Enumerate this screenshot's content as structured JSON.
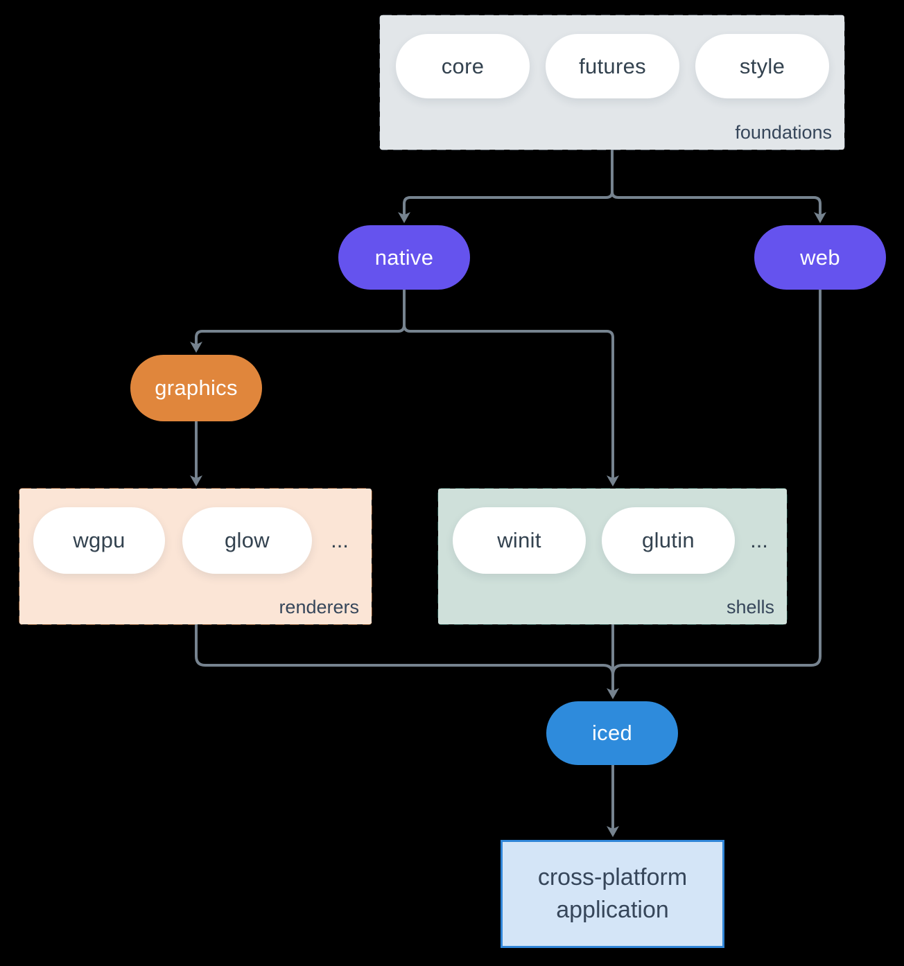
{
  "colors": {
    "bg": "#000000",
    "arrow": "#76838f",
    "ink": "#33424f",
    "label-text": "#36465a",
    "white": "#ffffff",
    "purple": "#6553ee",
    "orange": "#e0863c",
    "blue": "#2e8bdc",
    "foundations-fill": "#e2e6e9",
    "foundations-border": "#8a99a8",
    "renderers-fill": "#fbe5d6",
    "renderers-border": "#e8883c",
    "shells-fill": "#cfe0da",
    "shells-border": "#2e7d6e",
    "app-fill": "#d4e5f7",
    "app-border": "#3186d8"
  },
  "groups": {
    "foundations": {
      "label": "foundations",
      "pills": [
        "core",
        "futures",
        "style"
      ]
    },
    "renderers": {
      "label": "renderers",
      "pills": [
        "wgpu",
        "glow"
      ],
      "more": "..."
    },
    "shells": {
      "label": "shells",
      "pills": [
        "winit",
        "glutin"
      ],
      "more": "..."
    }
  },
  "nodes": {
    "native": "native",
    "web": "web",
    "graphics": "graphics",
    "iced": "iced"
  },
  "app": {
    "line1": "cross-platform",
    "line2": "application"
  }
}
